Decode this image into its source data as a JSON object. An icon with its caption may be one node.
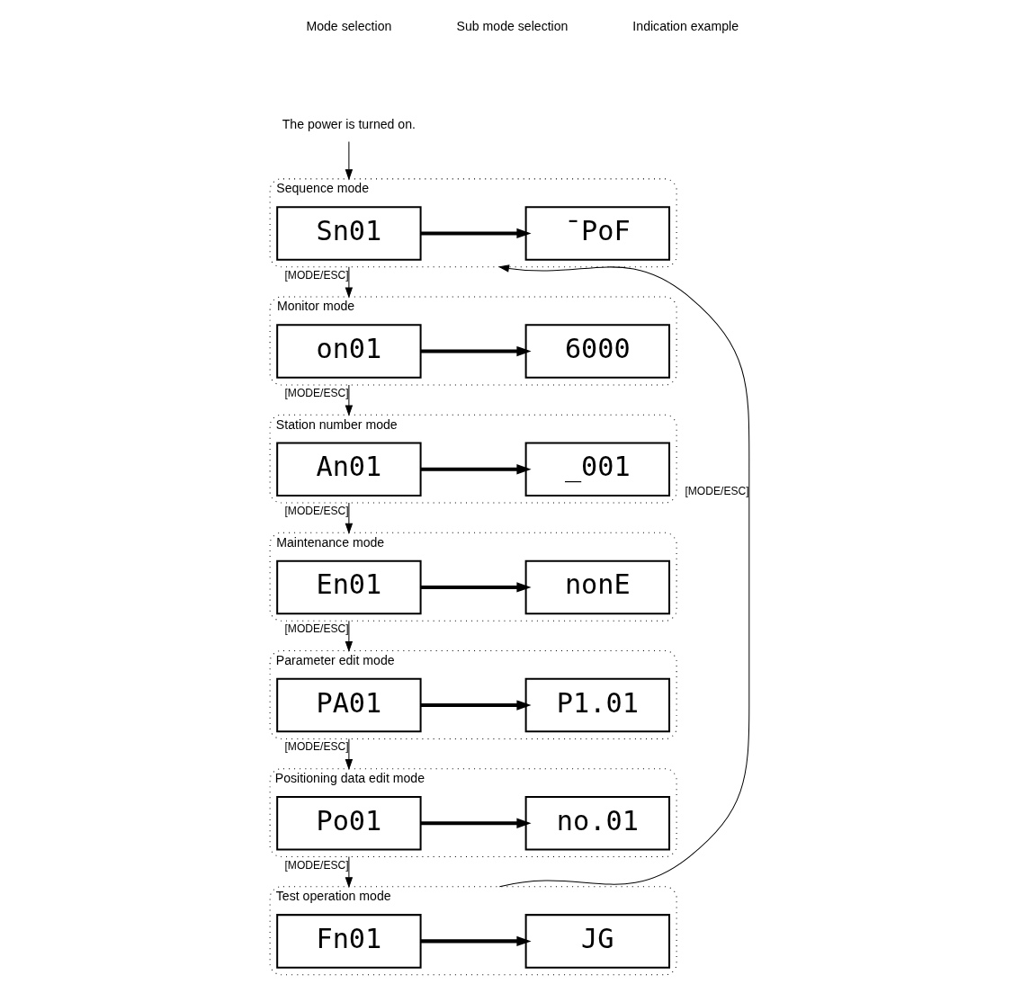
{
  "diagram": {
    "nodes": [
      {
        "text": [
          "The power is turned on."
        ]
      },
      {
        "text": [
          "Sequence mode"
        ]
      },
      {
        "text": [
          "Sn01"
        ],
        "in": 1
      },
      {
        "text": [
          "¯PoF"
        ],
        "in": 1
      },
      {
        "text": [
          "Monitor mode"
        ]
      },
      {
        "text": [
          "on01"
        ],
        "in": 4
      },
      {
        "text": [
          "6000"
        ],
        "in": 4
      },
      {
        "text": [
          "Station number mode"
        ]
      },
      {
        "text": [
          "An01"
        ],
        "in": 7
      },
      {
        "text": [
          "_001"
        ],
        "in": 7
      },
      {
        "text": [
          "Maintenance mode"
        ]
      },
      {
        "text": [
          "En01"
        ],
        "in": 10
      },
      {
        "text": [
          "nonE"
        ],
        "in": 10
      },
      {
        "text": [
          "Parameter edit mode"
        ]
      },
      {
        "text": [
          "PA01"
        ],
        "in": 13
      },
      {
        "text": [
          "P1.01"
        ],
        "in": 13
      },
      {
        "text": [
          "Positioning data edit mode"
        ]
      },
      {
        "text": [
          "Po01"
        ],
        "in": 16
      },
      {
        "text": [
          "no.01"
        ],
        "in": 16
      },
      {
        "text": [
          "Test operation mode"
        ]
      },
      {
        "text": [
          "Fn01"
        ],
        "in": 19
      },
      {
        "text": [
          "JG"
        ],
        "in": 19
      }
    ],
    "edges": [
      {
        "from": 0,
        "to": 1,
        "arrow": "to"
      },
      {
        "from": 2,
        "to": 3,
        "arrow": "to",
        "style": "thick"
      },
      {
        "from": 1,
        "to": 4,
        "arrow": "to",
        "label": "[MODE/ESC]"
      },
      {
        "from": 5,
        "to": 6,
        "arrow": "to",
        "style": "thick"
      },
      {
        "from": 4,
        "to": 7,
        "arrow": "to",
        "label": "[MODE/ESC]"
      },
      {
        "from": 8,
        "to": 9,
        "arrow": "to",
        "style": "thick"
      },
      {
        "from": 7,
        "to": 10,
        "arrow": "to",
        "label": "[MODE/ESC]"
      },
      {
        "from": 11,
        "to": 12,
        "arrow": "to",
        "style": "thick"
      },
      {
        "from": 10,
        "to": 13,
        "arrow": "to",
        "label": "[MODE/ESC]"
      },
      {
        "from": 14,
        "to": 15,
        "arrow": "to",
        "style": "thick"
      },
      {
        "from": 13,
        "to": 16,
        "arrow": "to",
        "label": "[MODE/ESC]"
      },
      {
        "from": 17,
        "to": 18,
        "arrow": "to",
        "style": "thick"
      },
      {
        "from": 16,
        "to": 19,
        "arrow": "to",
        "label": "[MODE/ESC]"
      },
      {
        "from": 20,
        "to": 21,
        "arrow": "to",
        "style": "thick"
      },
      {
        "from": 19,
        "to": 1,
        "arrow": "to",
        "label": "[MODE/ESC]"
      }
    ],
    "labels": [
      "Mode selection",
      "Sub mode selection",
      "Indication example"
    ]
  }
}
